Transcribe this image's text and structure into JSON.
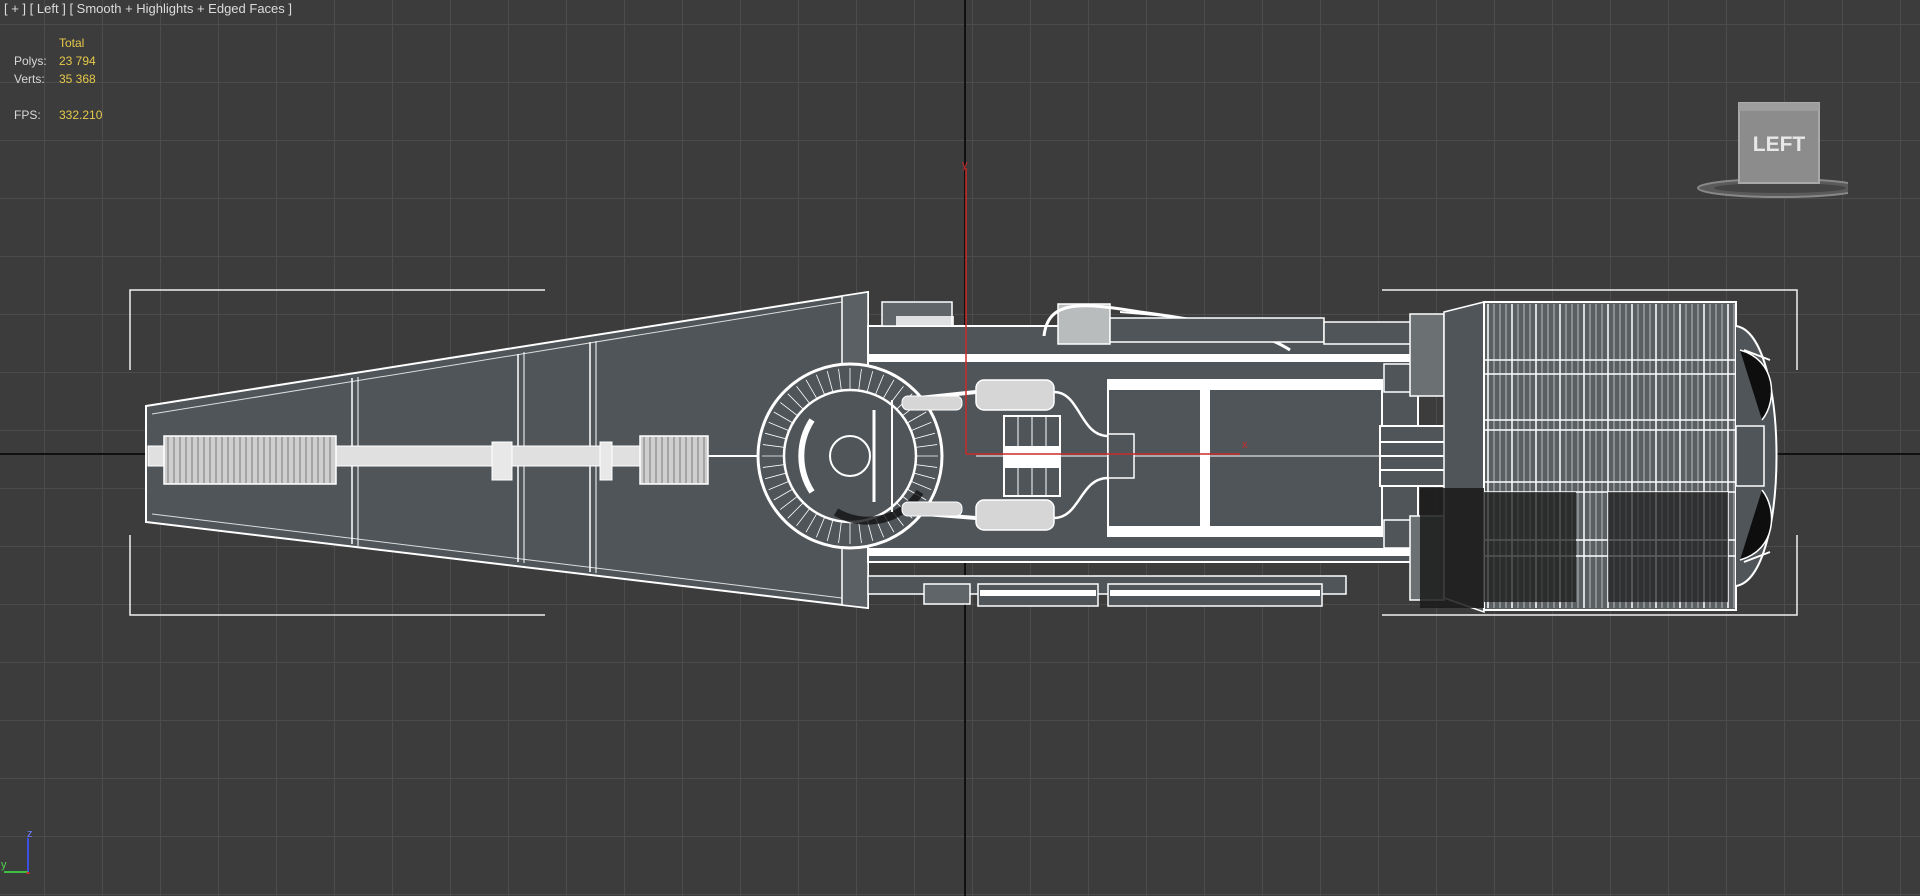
{
  "viewport": {
    "label_plus": "[ + ]",
    "label_view": "[ Left ]",
    "label_shading": "[ Smooth + Highlights + Edged Faces ]"
  },
  "stats": {
    "header": "Total",
    "polys_label": "Polys:",
    "polys_value": "23 794",
    "verts_label": "Verts:",
    "verts_value": "35 368",
    "fps_label": "FPS:",
    "fps_value": "332.210"
  },
  "viewcube": {
    "face_label": "LEFT"
  },
  "gizmo": {
    "axis_y": "y",
    "axis_x": "x"
  },
  "triad": {
    "z": "z",
    "y": "y"
  },
  "icons": [
    "viewcube-icon",
    "axis-triad-icon",
    "transform-gizmo-icon"
  ],
  "colors": {
    "background": "#3c3c3c",
    "grid": "#4c4c4c",
    "stats_value": "#e6c94a",
    "wire": "#ffffff",
    "mesh_fill": "#4f5559",
    "gizmo_axis": "#cc2b2b"
  }
}
